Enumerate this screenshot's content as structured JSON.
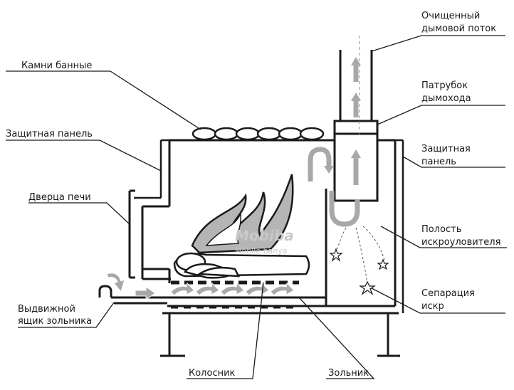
{
  "labels": {
    "stones": "Камни  банные",
    "shield_left": "Защитная панель",
    "door": "Дверца печи",
    "drawer_line1": "Выдвижной",
    "drawer_line2": "ящик зольника",
    "grate": "Колосник",
    "ash_pit": "Зольник",
    "clean_smoke_line1": "Очищенный",
    "clean_smoke_line2": "дымовой поток",
    "chimney_pipe_line1": "Патрубок",
    "chimney_pipe_line2": "дымохода",
    "shield_right_line1": "Защитная",
    "shield_right_line2": "панель",
    "spark_cavity_line1": "Полость",
    "spark_cavity_line2": "искроуловителя",
    "spark_sep_line1": "Сепарация",
    "spark_sep_line2": "искр"
  },
  "watermark": {
    "brand": "Mobiba",
    "sub": "Mobile banya"
  },
  "colors": {
    "ink": "#1a1a1a",
    "arrow_gray": "#a8a8a8",
    "flame_gray": "#b5b5b5",
    "watermark": "#c9c9c9"
  }
}
